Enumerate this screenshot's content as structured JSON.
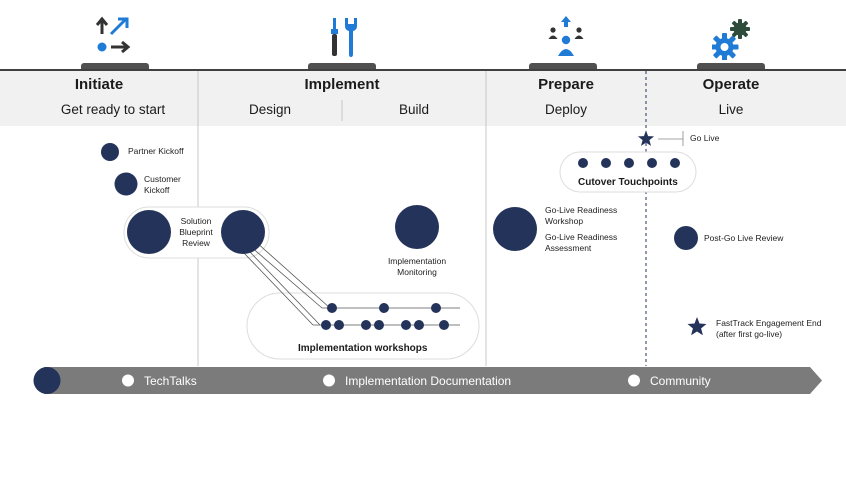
{
  "colors": {
    "navy": "#24335a",
    "header_bg": "#f1f1f1",
    "band": "#7b7b7b",
    "icon_blue": "#1f7bd6",
    "icon_dark": "#333333",
    "icon_green": "#2e4c3c"
  },
  "icons": [
    "arrows-icon",
    "tools-icon",
    "people-icon",
    "gear-icon"
  ],
  "phases": [
    {
      "title": "Initiate",
      "sub": "Get ready to start"
    },
    {
      "title": "Implement",
      "sub_left": "Design",
      "sub_right": "Build"
    },
    {
      "title": "Prepare",
      "sub": "Deploy"
    },
    {
      "title": "Operate",
      "sub": "Live"
    }
  ],
  "milestones": {
    "partner_kickoff": "Partner Kickoff",
    "customer_kickoff": "Customer Kickoff",
    "solution_blueprint": "Solution Blueprint Review",
    "implementation_monitoring": "Implementation Monitoring",
    "implementation_workshops": "Implementation workshops",
    "golive_readiness_workshop": "Go-Live Readiness Workshop",
    "golive_readiness_assessment": "Go-Live Readiness Assessment",
    "cutover_touchpoints": "Cutover Touchpoints",
    "go_live": "Go Live",
    "post_golive_review": "Post-Go Live Review",
    "fasttrack_end": "FastTrack Engagement End (after first go-live)"
  },
  "bottom_band": {
    "items": [
      "TechTalks",
      "Implementation Documentation",
      "Community"
    ]
  }
}
